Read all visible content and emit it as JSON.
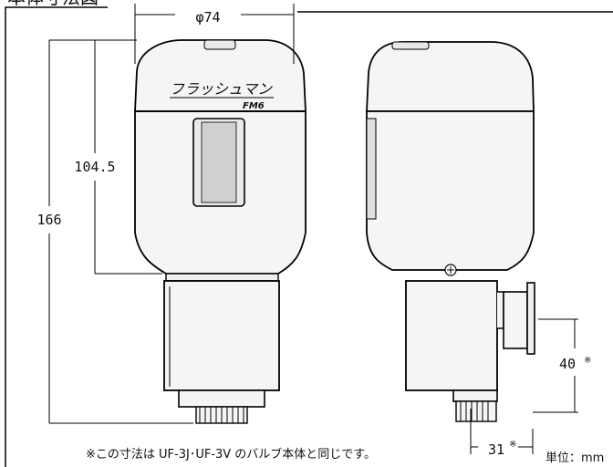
{
  "header": {
    "title": "本体寸法図"
  },
  "labels": {
    "logo_main": "フラッシュマン",
    "logo_model": "FM6"
  },
  "dimensions": {
    "width_diameter": "φ74",
    "height_upper": "104.5",
    "height_total": "166",
    "outlet_height": "40",
    "outlet_depth": "31",
    "mark": "※"
  },
  "notes": {
    "compat": "※この寸法は UF-3J･UF-3V のバルブ本体と同じです。",
    "unit": "単位：mm"
  },
  "colors": {
    "body_fill": "#f5f5f5",
    "window_fill": "#d0d0d0",
    "stroke": "#000000"
  },
  "icons": [
    "screw-icon"
  ]
}
